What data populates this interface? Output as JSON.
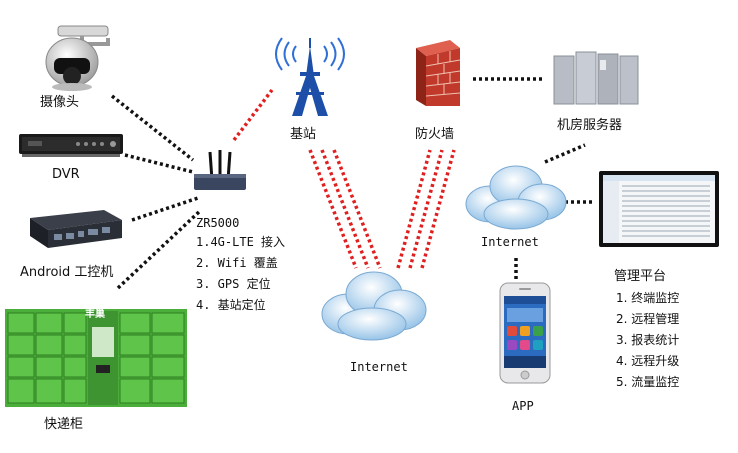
{
  "devices": {
    "camera": "摄像头",
    "dvr": "DVR",
    "android": "Android 工控机",
    "locker": "快递柜",
    "locker_brand": "丰巢"
  },
  "router": {
    "model": "ZR5000",
    "features": [
      "1.4G-LTE 接入",
      "2. Wifi 覆盖",
      "3. GPS 定位",
      "4. 基站定位"
    ]
  },
  "network": {
    "base_station": "基站",
    "firewall": "防火墙",
    "server": "机房服务器",
    "internet_center": "Internet",
    "internet_right": "Internet",
    "app": "APP"
  },
  "platform": {
    "title": "管理平台",
    "items": [
      "1.  终端监控",
      "2.  远程管理",
      "3.  报表统计",
      "4.  远程升级",
      "5.  流量监控"
    ]
  },
  "colors": {
    "black_link": "#111111",
    "red_link": "#e02020",
    "cloud": "#9ec9ec"
  }
}
